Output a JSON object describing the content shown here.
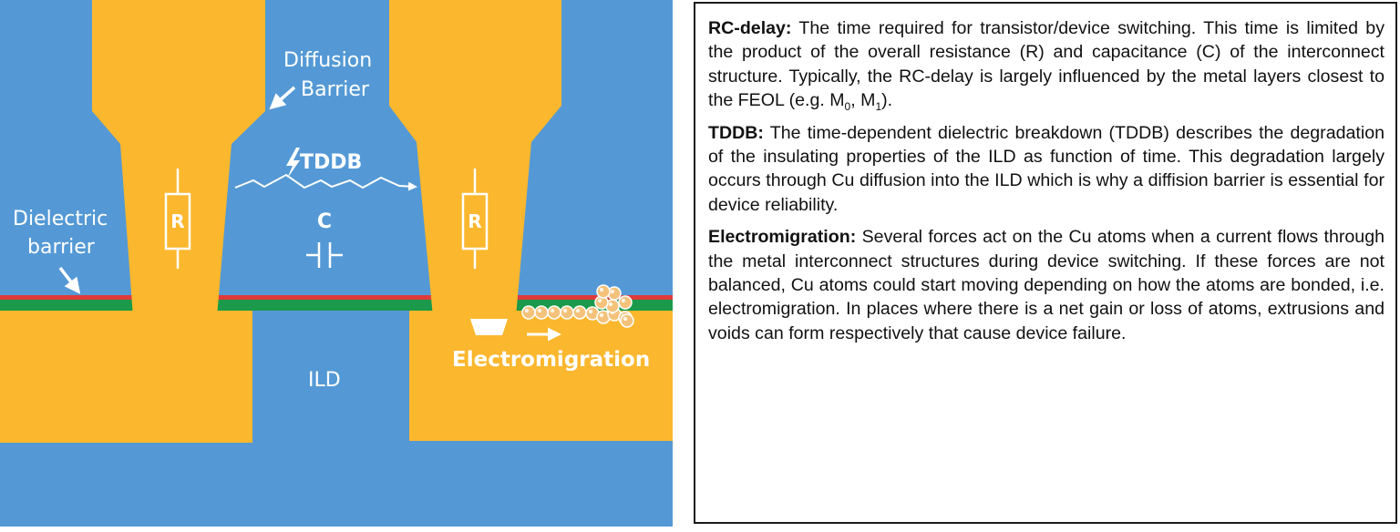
{
  "diagram": {
    "colors": {
      "ild": "#5499d5",
      "copper": "#fbb72d",
      "barrier_green": "#1a9a4a",
      "barrier_red": "#e03a3a",
      "white": "#ffffff",
      "atom": "#f4c27a"
    },
    "labels": {
      "diffusion_barrier_line1": "Diffusion",
      "diffusion_barrier_line2": "Barrier",
      "tddb": "TDDB",
      "dielectric_barrier_line1": "Dielectric",
      "dielectric_barrier_line2": "barrier",
      "capacitor": "C",
      "resistor_left": "R",
      "resistor_right": "R",
      "ild": "ILD",
      "electromigration": "Electromigration"
    },
    "icons": {
      "tddb": "lightning-bolt-icon",
      "resistor": "resistor-icon",
      "capacitor": "capacitor-icon",
      "arrow": "arrow-icon"
    }
  },
  "panel": {
    "rc_title": "RC-delay:",
    "rc_body_a": " The time required for transistor/device switching. This time is limited by the product of the overall resistance (R) and capacitance (C) of the interconnect structure. Typically, the RC-delay is largely influenced by the metal layers closest to the FEOL (e.g. M",
    "rc_sub0": "0",
    "rc_body_b": ", M",
    "rc_sub1": "1",
    "rc_body_c": ").",
    "tddb_title": "TDDB:",
    "tddb_body": " The time-dependent dielectric breakdown (TDDB) describes the degradation of the insulating properties of the ILD as function of time. This degradation largely occurs through Cu diffusion into the ILD which is why a diffision barrier is essential for device reliability.",
    "em_title": "Electromigration:",
    "em_body": " Several forces act on the Cu atoms when a current flows through the metal interconnect structures during device switching. If these forces are not balanced, Cu atoms could start moving depending on how the atoms are bonded, i.e. electromigration. In places where there is a net gain or loss of atoms, extrusions and voids can form respectively that cause device failure."
  }
}
